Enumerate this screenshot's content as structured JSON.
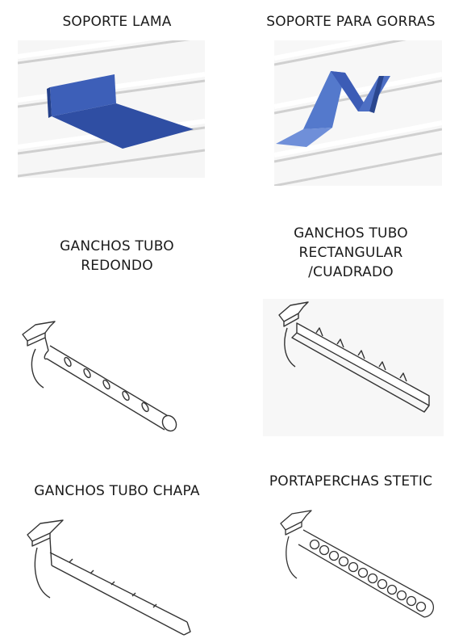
{
  "products": [
    {
      "title": "SOPORTE LAMA",
      "icon": "slatwall-shelf-bracket-icon"
    },
    {
      "title": "SOPORTE PARA GORRAS",
      "icon": "cap-holder-icon"
    },
    {
      "title": "GANCHOS TUBO\nREDONDO",
      "icon": "round-tube-hook-icon"
    },
    {
      "title": "GANCHOS TUBO\nRECTANGULAR\n/CUADRADO",
      "icon": "rectangular-tube-hook-icon"
    },
    {
      "title": "GANCHOS TUBO CHAPA",
      "icon": "sheet-metal-hook-icon"
    },
    {
      "title": "PORTAPERCHAS STETIC",
      "icon": "hanger-holder-icon"
    }
  ],
  "colors": {
    "blue": "#4a6fc9",
    "blue_dark": "#2e4a9a",
    "line": "#333333",
    "slat": "#d9d9d9"
  }
}
